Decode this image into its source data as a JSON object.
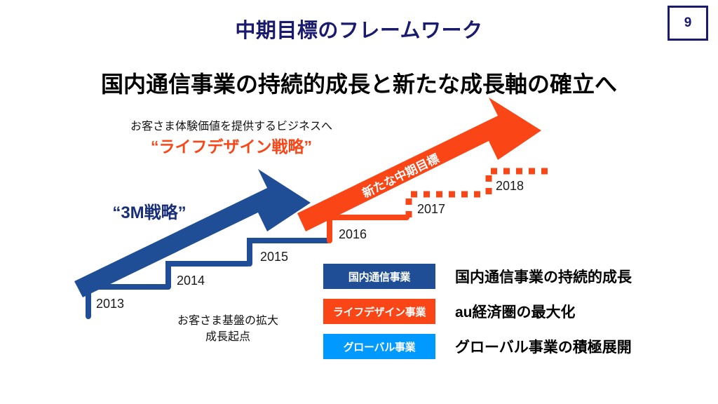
{
  "header": {
    "title": "中期目標のフレームワーク",
    "page_number": "9",
    "subtitle": "国内通信事業の持続的成長と新たな成長軸の確立へ"
  },
  "diagram": {
    "lifedesign_caption": "お客さま体験価値を提供するビジネスへ",
    "lifedesign_strategy_label": "“ライフデザイン戦略”",
    "threem_strategy_label": "“3M戦略”",
    "arrow_orange_label": "新たな中期目標",
    "base_caption": "お客さま基盤の拡大\n成長起点",
    "years": [
      {
        "label": "2013",
        "color": "#1f4e96",
        "style": "solid"
      },
      {
        "label": "2014",
        "color": "#1f4e96",
        "style": "solid"
      },
      {
        "label": "2015",
        "color": "#1f4e96",
        "style": "solid"
      },
      {
        "label": "2016",
        "color": "#fa4616",
        "style": "solid"
      },
      {
        "label": "2017",
        "color": "#fa4616",
        "style": "dotted"
      },
      {
        "label": "2018",
        "color": "#fa4616",
        "style": "dotted"
      }
    ]
  },
  "legend": {
    "rows": [
      {
        "chip": "国内通信事業",
        "color": "#1f4e96",
        "description": "国内通信事業の持続的成長"
      },
      {
        "chip": "ライフデザイン事業",
        "color": "#fa4616",
        "description": "au経済圏の最大化"
      },
      {
        "chip": "グローバル事業",
        "color": "#0099ff",
        "description": "グローバル事業の積極展開"
      }
    ]
  },
  "colors": {
    "title_navy": "#1a1a6e",
    "arrow_navy": "#1f4e96",
    "arrow_orange": "#fa4616",
    "global_blue": "#0099ff",
    "background": "#ffffff"
  }
}
